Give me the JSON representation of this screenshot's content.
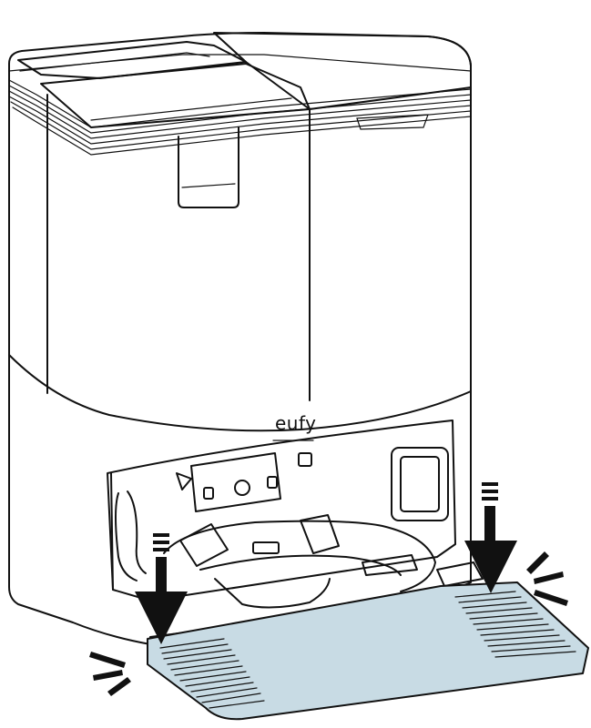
{
  "illustration": {
    "brand_logo": "eufy",
    "colors": {
      "outline": "#111111",
      "body_fill": "#ffffff",
      "ramp_fill": "#c8dbe4",
      "arrow_fill": "#111111"
    },
    "arrows": [
      {
        "name": "left-press-arrow",
        "direction": "down"
      },
      {
        "name": "right-press-arrow",
        "direction": "down"
      }
    ],
    "click_marks": [
      "left",
      "right"
    ]
  }
}
